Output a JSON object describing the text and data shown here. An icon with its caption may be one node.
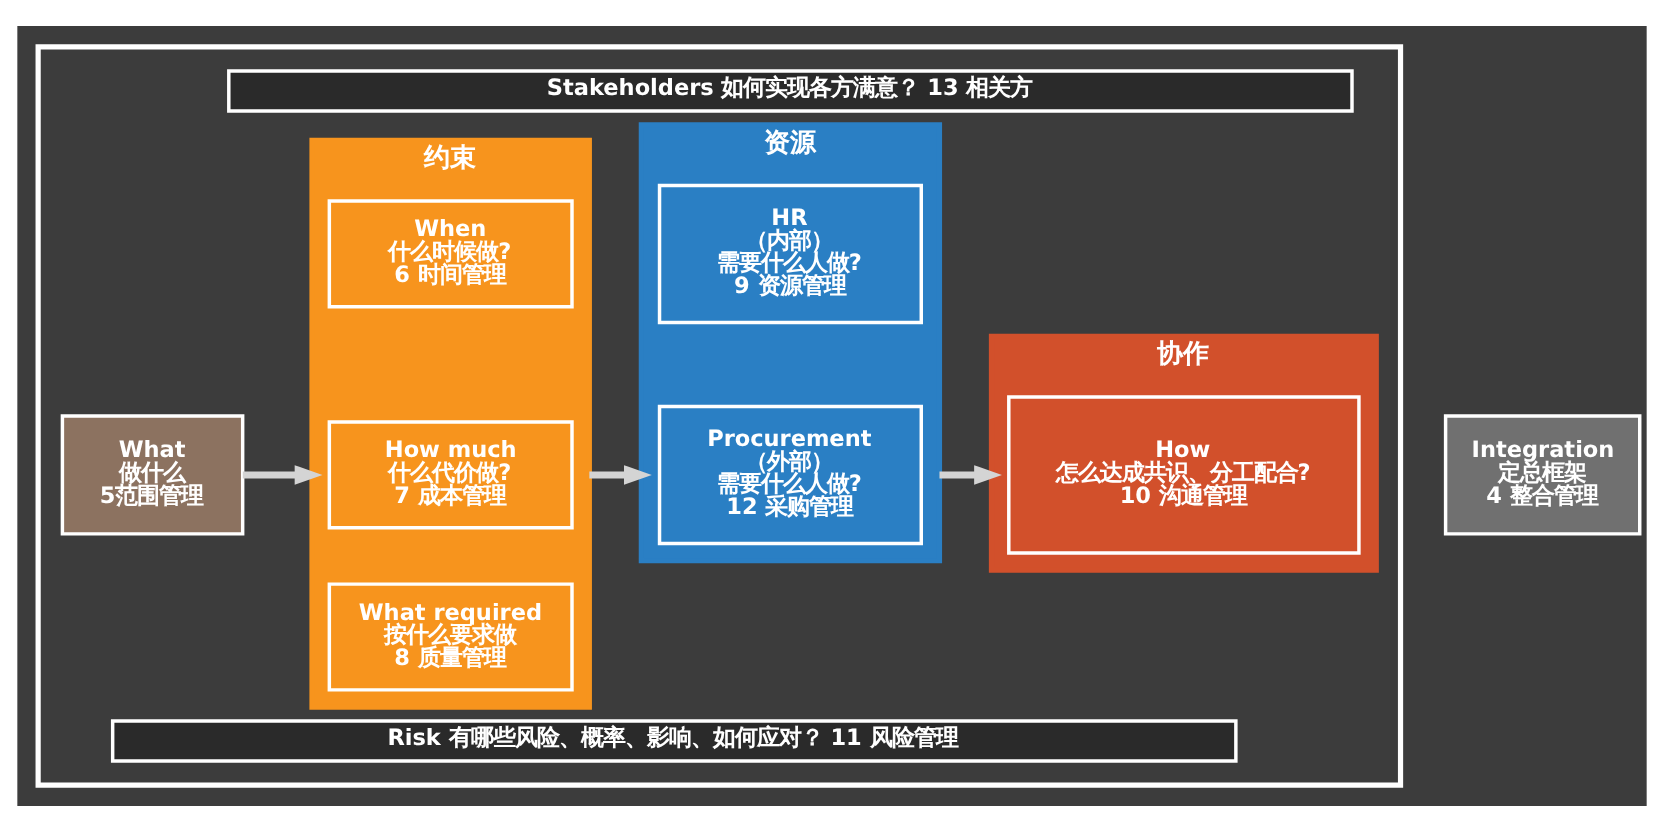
{
  "diagram": {
    "nodes": [
      {
        "text": [],
        "shape": "box"
      },
      {
        "text": [
          "Stakeholders 如何实现各方满意？ 13 相关方"
        ],
        "in": 0
      },
      {
        "text": [
          "What",
          "做什么",
          "5范围管理"
        ],
        "in": 0
      },
      {
        "text": [
          "约束"
        ],
        "in": 0
      },
      {
        "text": [
          "When",
          "什么时候做?",
          "6 时间管理"
        ],
        "in": 3
      },
      {
        "text": [
          "How much",
          "什么代价做?",
          "7 成本管理"
        ],
        "in": 3
      },
      {
        "text": [
          "What required",
          "按什么要求做",
          "8 质量管理"
        ],
        "in": 3
      },
      {
        "text": [
          "资源"
        ],
        "in": 0
      },
      {
        "text": [
          "HR",
          "（内部）",
          "需要什么人做?",
          "9 资源管理"
        ],
        "in": 7
      },
      {
        "text": [
          "Procurement",
          "（外部）",
          "需要什么人做?",
          "12 采购管理"
        ],
        "in": 7
      },
      {
        "text": [
          "协作"
        ],
        "in": 0
      },
      {
        "text": [
          "How",
          "怎么达成共识、分工配合?",
          "10 沟通管理"
        ],
        "in": 10
      },
      {
        "text": [
          "Risk 有哪些风险、概率、影响、如何应对？ 11 风险管理"
        ],
        "in": 0
      },
      {
        "text": [
          "Integration",
          "定总框架",
          "4 整合管理"
        ]
      }
    ],
    "edges": [
      {
        "from": 2,
        "to": 3,
        "arrow": "to"
      },
      {
        "from": 3,
        "to": 7,
        "arrow": "to"
      },
      {
        "from": 7,
        "to": 10,
        "arrow": "to"
      }
    ]
  }
}
